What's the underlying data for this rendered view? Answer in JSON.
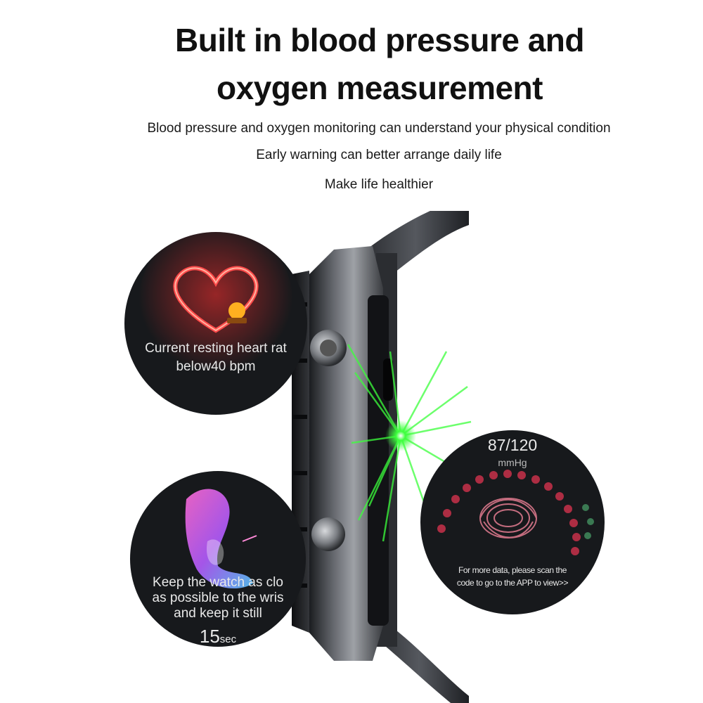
{
  "headline": {
    "line1": "Built in blood pressure and",
    "line2": "oxygen measurement"
  },
  "subtext": {
    "line1": "Blood pressure and oxygen monitoring can understand your physical condition",
    "line2": "Early warning can better arrange daily life",
    "line3": "Make life healthier"
  },
  "heart_rate_screen": {
    "text_line1": "Current resting heart rat",
    "text_line2": "below40 bpm",
    "icon": "heart-alarm-icon"
  },
  "measure_screen": {
    "text_line1": "Keep the watch as clo",
    "text_line2": "as possible to the wris",
    "text_line3": "and keep it still",
    "countdown_value": "15",
    "countdown_unit": "sec"
  },
  "blood_pressure_screen": {
    "reading": "87/120",
    "unit": "mmHg",
    "note_line1": "For more data, please scan the",
    "note_line2": "code to go to the APP to view>>"
  },
  "colors": {
    "sensor_green": "#3cff3c",
    "heart_red": "#ff2a2a",
    "bubble_bg": "#17191c"
  }
}
